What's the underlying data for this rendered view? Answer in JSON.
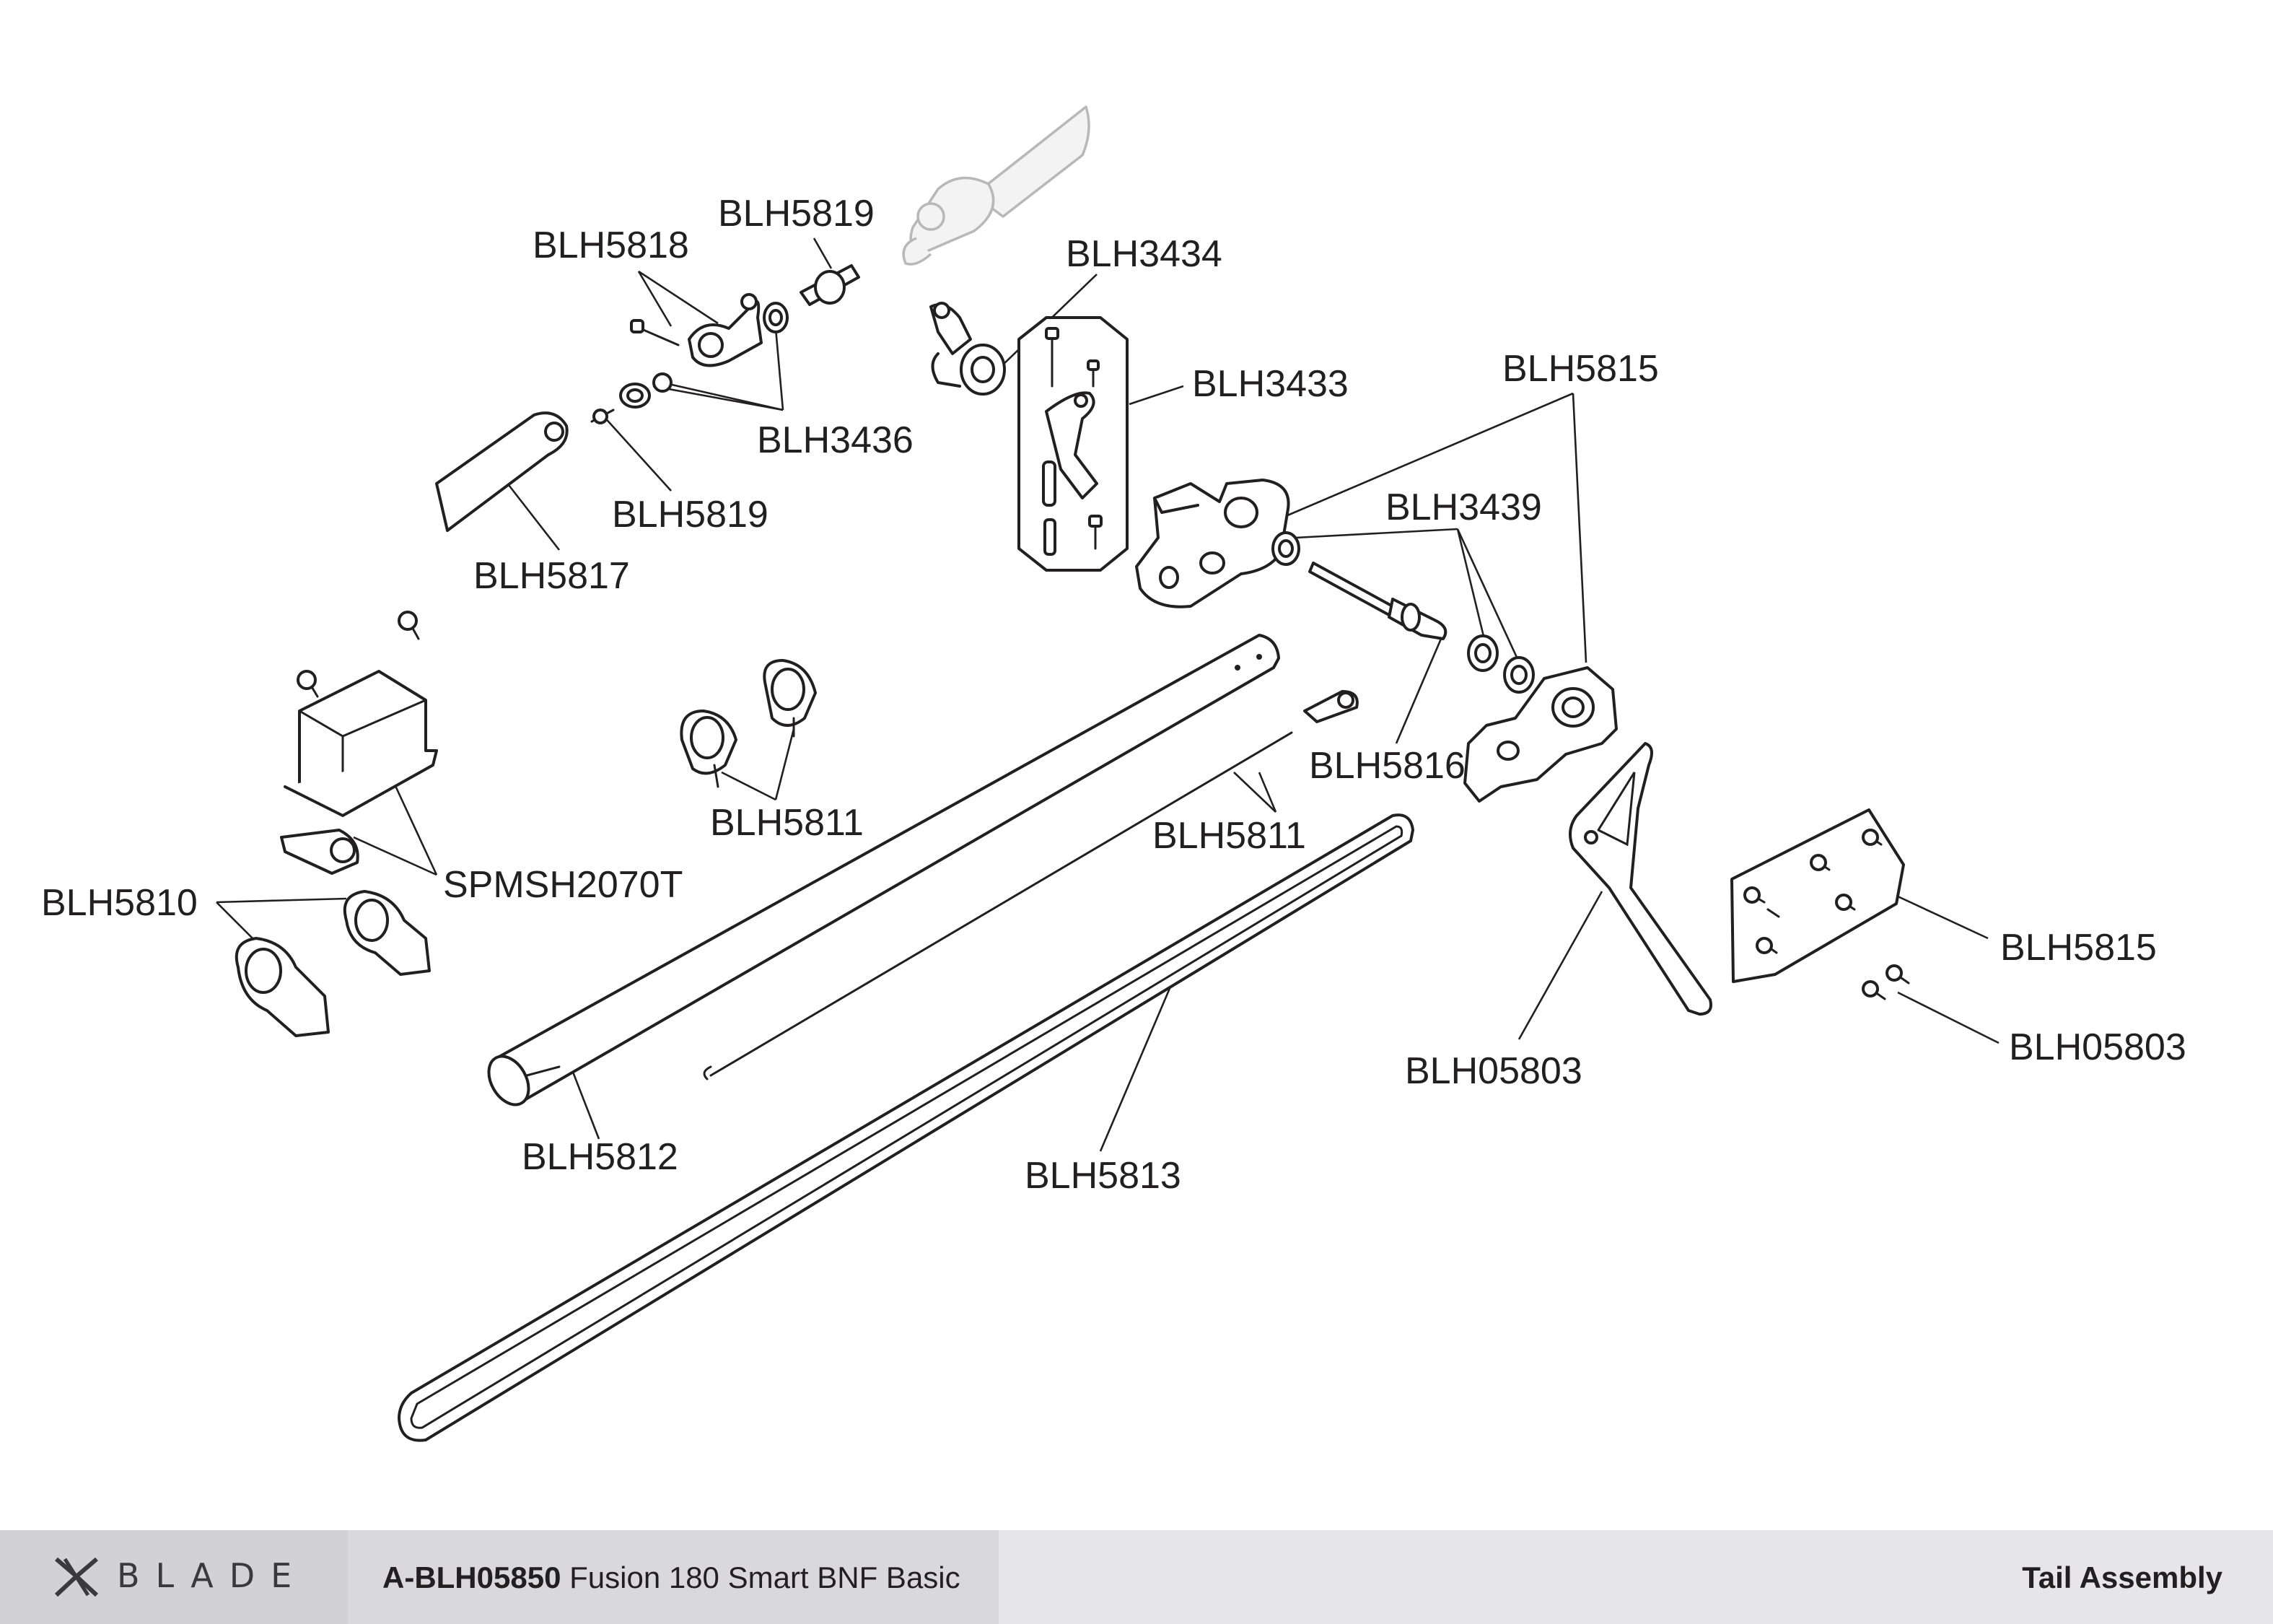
{
  "footer": {
    "brand": "BLADE",
    "brand_logo_icon": "blade-logo-icon",
    "product_code": "A-BLH05850",
    "product_name": "Fusion 180 Smart BNF Basic",
    "section_title": "Tail Assembly"
  },
  "labels": {
    "blh5819_top": "BLH5819",
    "blh5818": "BLH5818",
    "blh3434": "BLH3434",
    "blh3433": "BLH3433",
    "blh3436": "BLH3436",
    "blh5815_top": "BLH5815",
    "blh5819_mid": "BLH5819",
    "blh3439": "BLH3439",
    "blh5817": "BLH5817",
    "blh5816": "BLH5816",
    "blh5811_clamps": "BLH5811",
    "blh5811_rod": "BLH5811",
    "spmsh2070t": "SPMSH2070T",
    "blh5810": "BLH5810",
    "blh5815_plate": "BLH5815",
    "blh05803_fin": "BLH05803",
    "blh05803_screws": "BLH05803",
    "blh5812": "BLH5812",
    "blh5813": "BLH5813"
  }
}
